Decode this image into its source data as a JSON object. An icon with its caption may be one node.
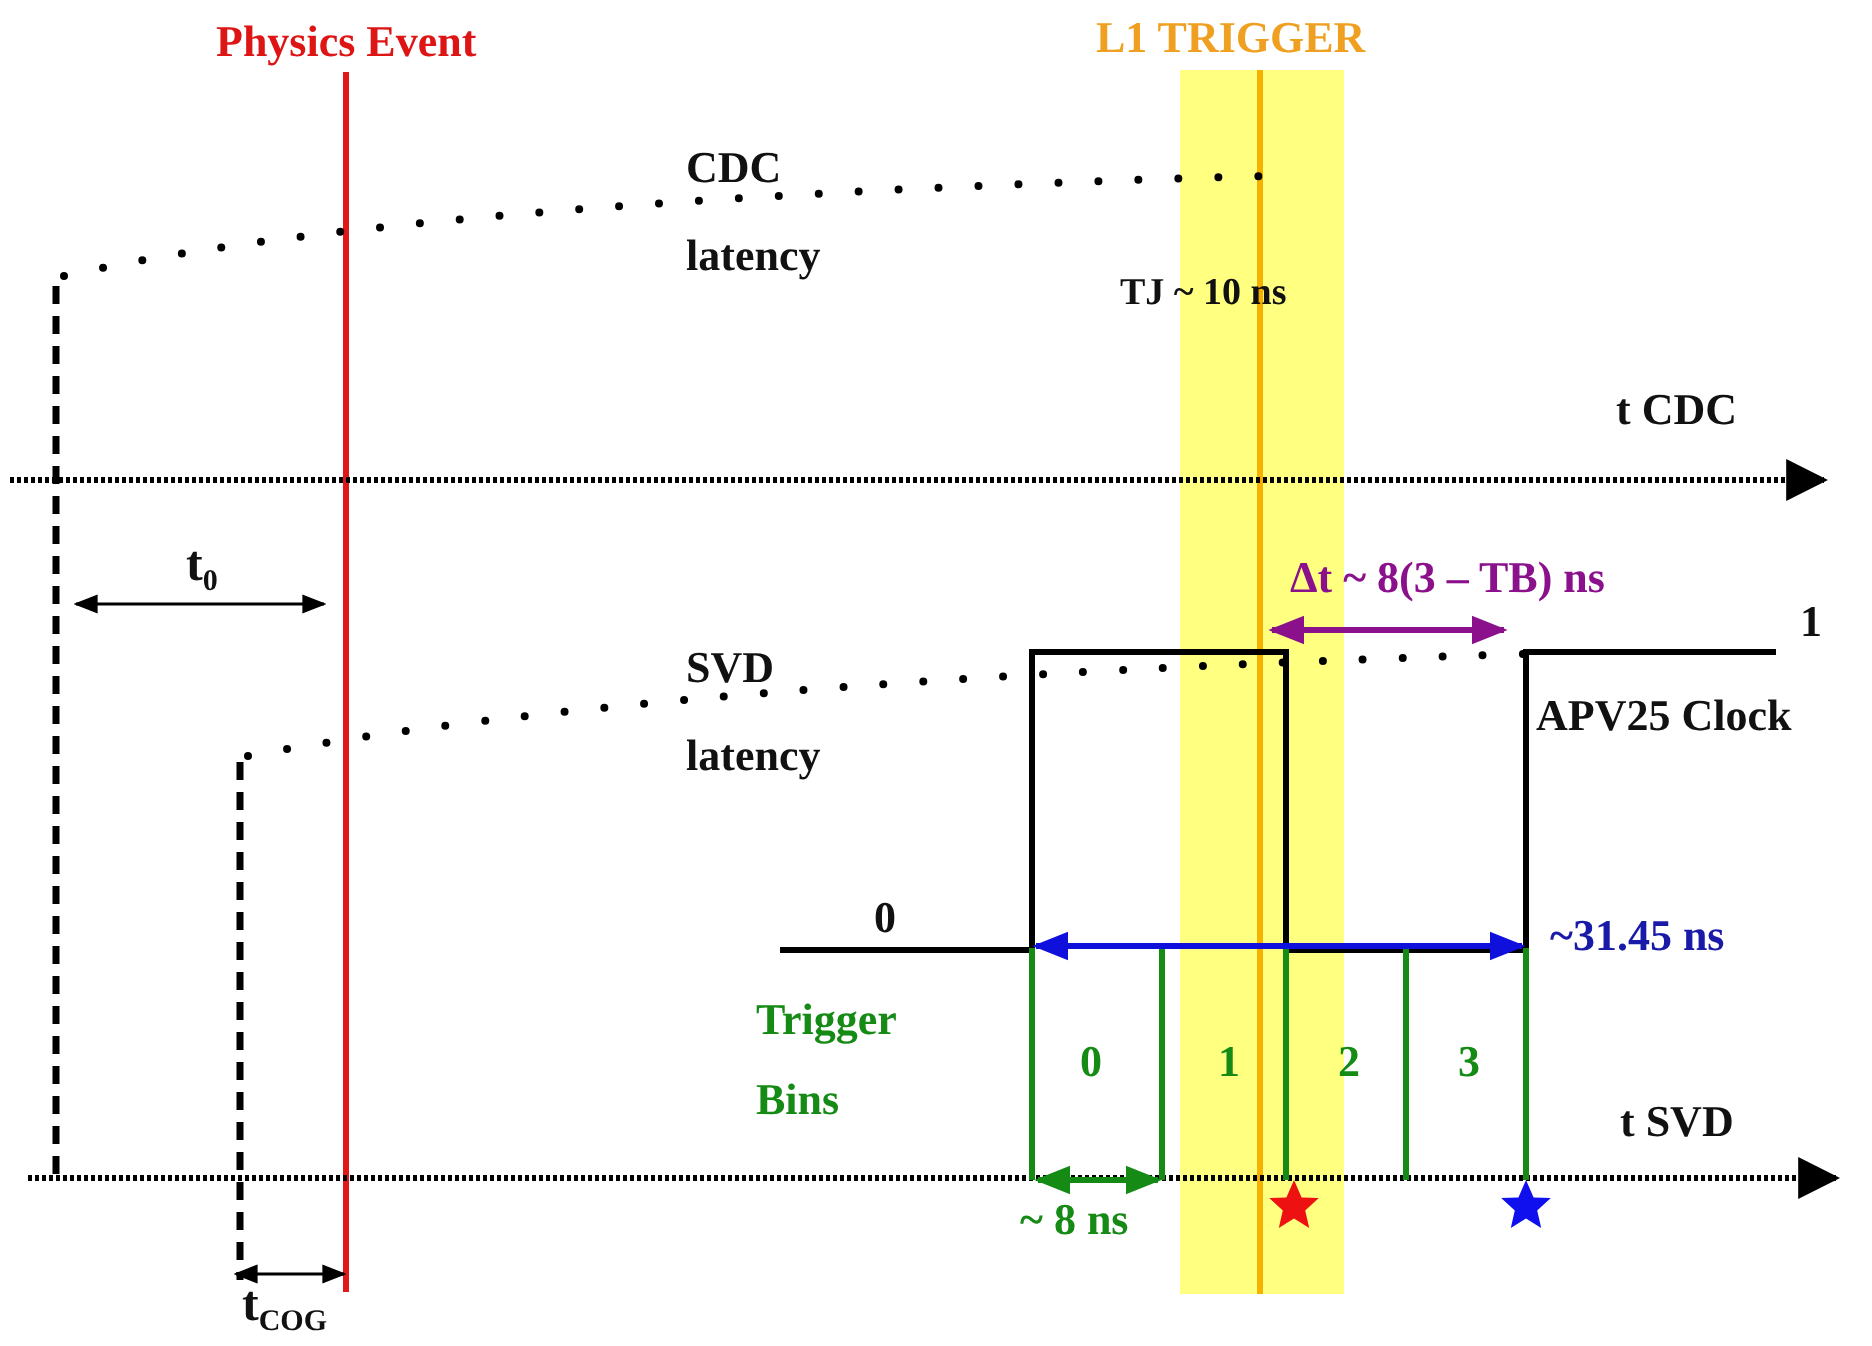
{
  "diagram": {
    "labels": [
      "Physics Event",
      "L1 TRIGGER",
      "CDC latency",
      "TJ ~ 10 ns",
      "t CDC",
      "t$_{0}$",
      "Δt ~ 8(3 – TB) ns",
      "1",
      "SVD latency",
      "APV25 Clock",
      "0",
      "~31.45 ns",
      "Trigger Bins",
      "0",
      "1",
      "2",
      "3",
      "t SVD",
      "~ 8 ns",
      "t$_{COG}$"
    ]
  }
}
